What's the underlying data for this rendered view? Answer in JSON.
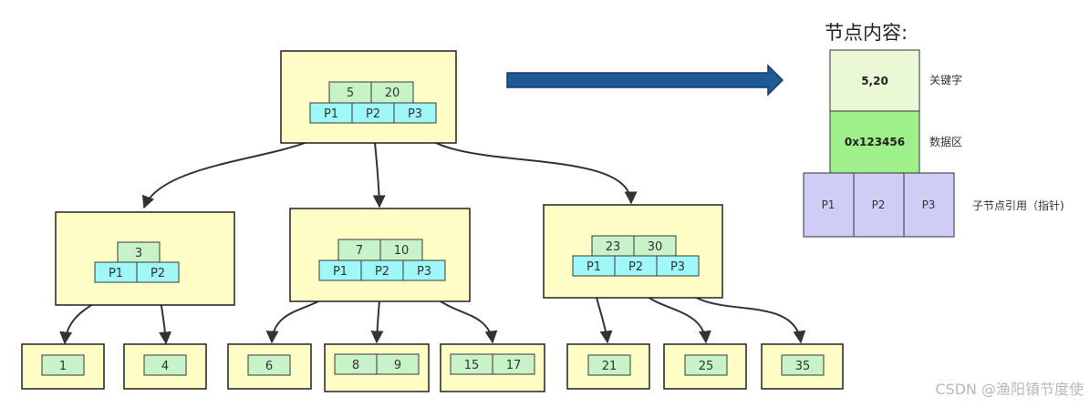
{
  "colors": {
    "node_bg": "#fefdc6",
    "key_bg": "#c8f2c8",
    "ptr_bg": "#9ff7f7",
    "legend_key_bg": "#eaf8d6",
    "legend_data_bg": "#9ef08a",
    "legend_ptr_bg": "#cfcdf6",
    "arrow_big": "#1f5a94",
    "edge": "#333333"
  },
  "tree": {
    "root": {
      "keys": [
        "5",
        "20"
      ],
      "pointers": [
        "P1",
        "P2",
        "P3"
      ]
    },
    "level2": [
      {
        "keys": [
          "3"
        ],
        "pointers": [
          "P1",
          "P2"
        ]
      },
      {
        "keys": [
          "7",
          "10"
        ],
        "pointers": [
          "P1",
          "P2",
          "P3"
        ]
      },
      {
        "keys": [
          "23",
          "30"
        ],
        "pointers": [
          "P1",
          "P2",
          "P3"
        ]
      }
    ],
    "leaves": [
      {
        "keys": [
          "1"
        ]
      },
      {
        "keys": [
          "4"
        ]
      },
      {
        "keys": [
          "6"
        ]
      },
      {
        "keys": [
          "8",
          "9"
        ]
      },
      {
        "keys": [
          "15",
          "17"
        ]
      },
      {
        "keys": [
          "21"
        ]
      },
      {
        "keys": [
          "25"
        ]
      },
      {
        "keys": [
          "35"
        ]
      }
    ]
  },
  "legend": {
    "title": "节点内容:",
    "key_value": "5,20",
    "key_label": "关键字",
    "data_value": "0x123456",
    "data_label": "数据区",
    "pointers": [
      "P1",
      "P2",
      "P3"
    ],
    "pointer_label": "子节点引用（指针)"
  },
  "watermark": "CSDN @渔阳镇节度使"
}
